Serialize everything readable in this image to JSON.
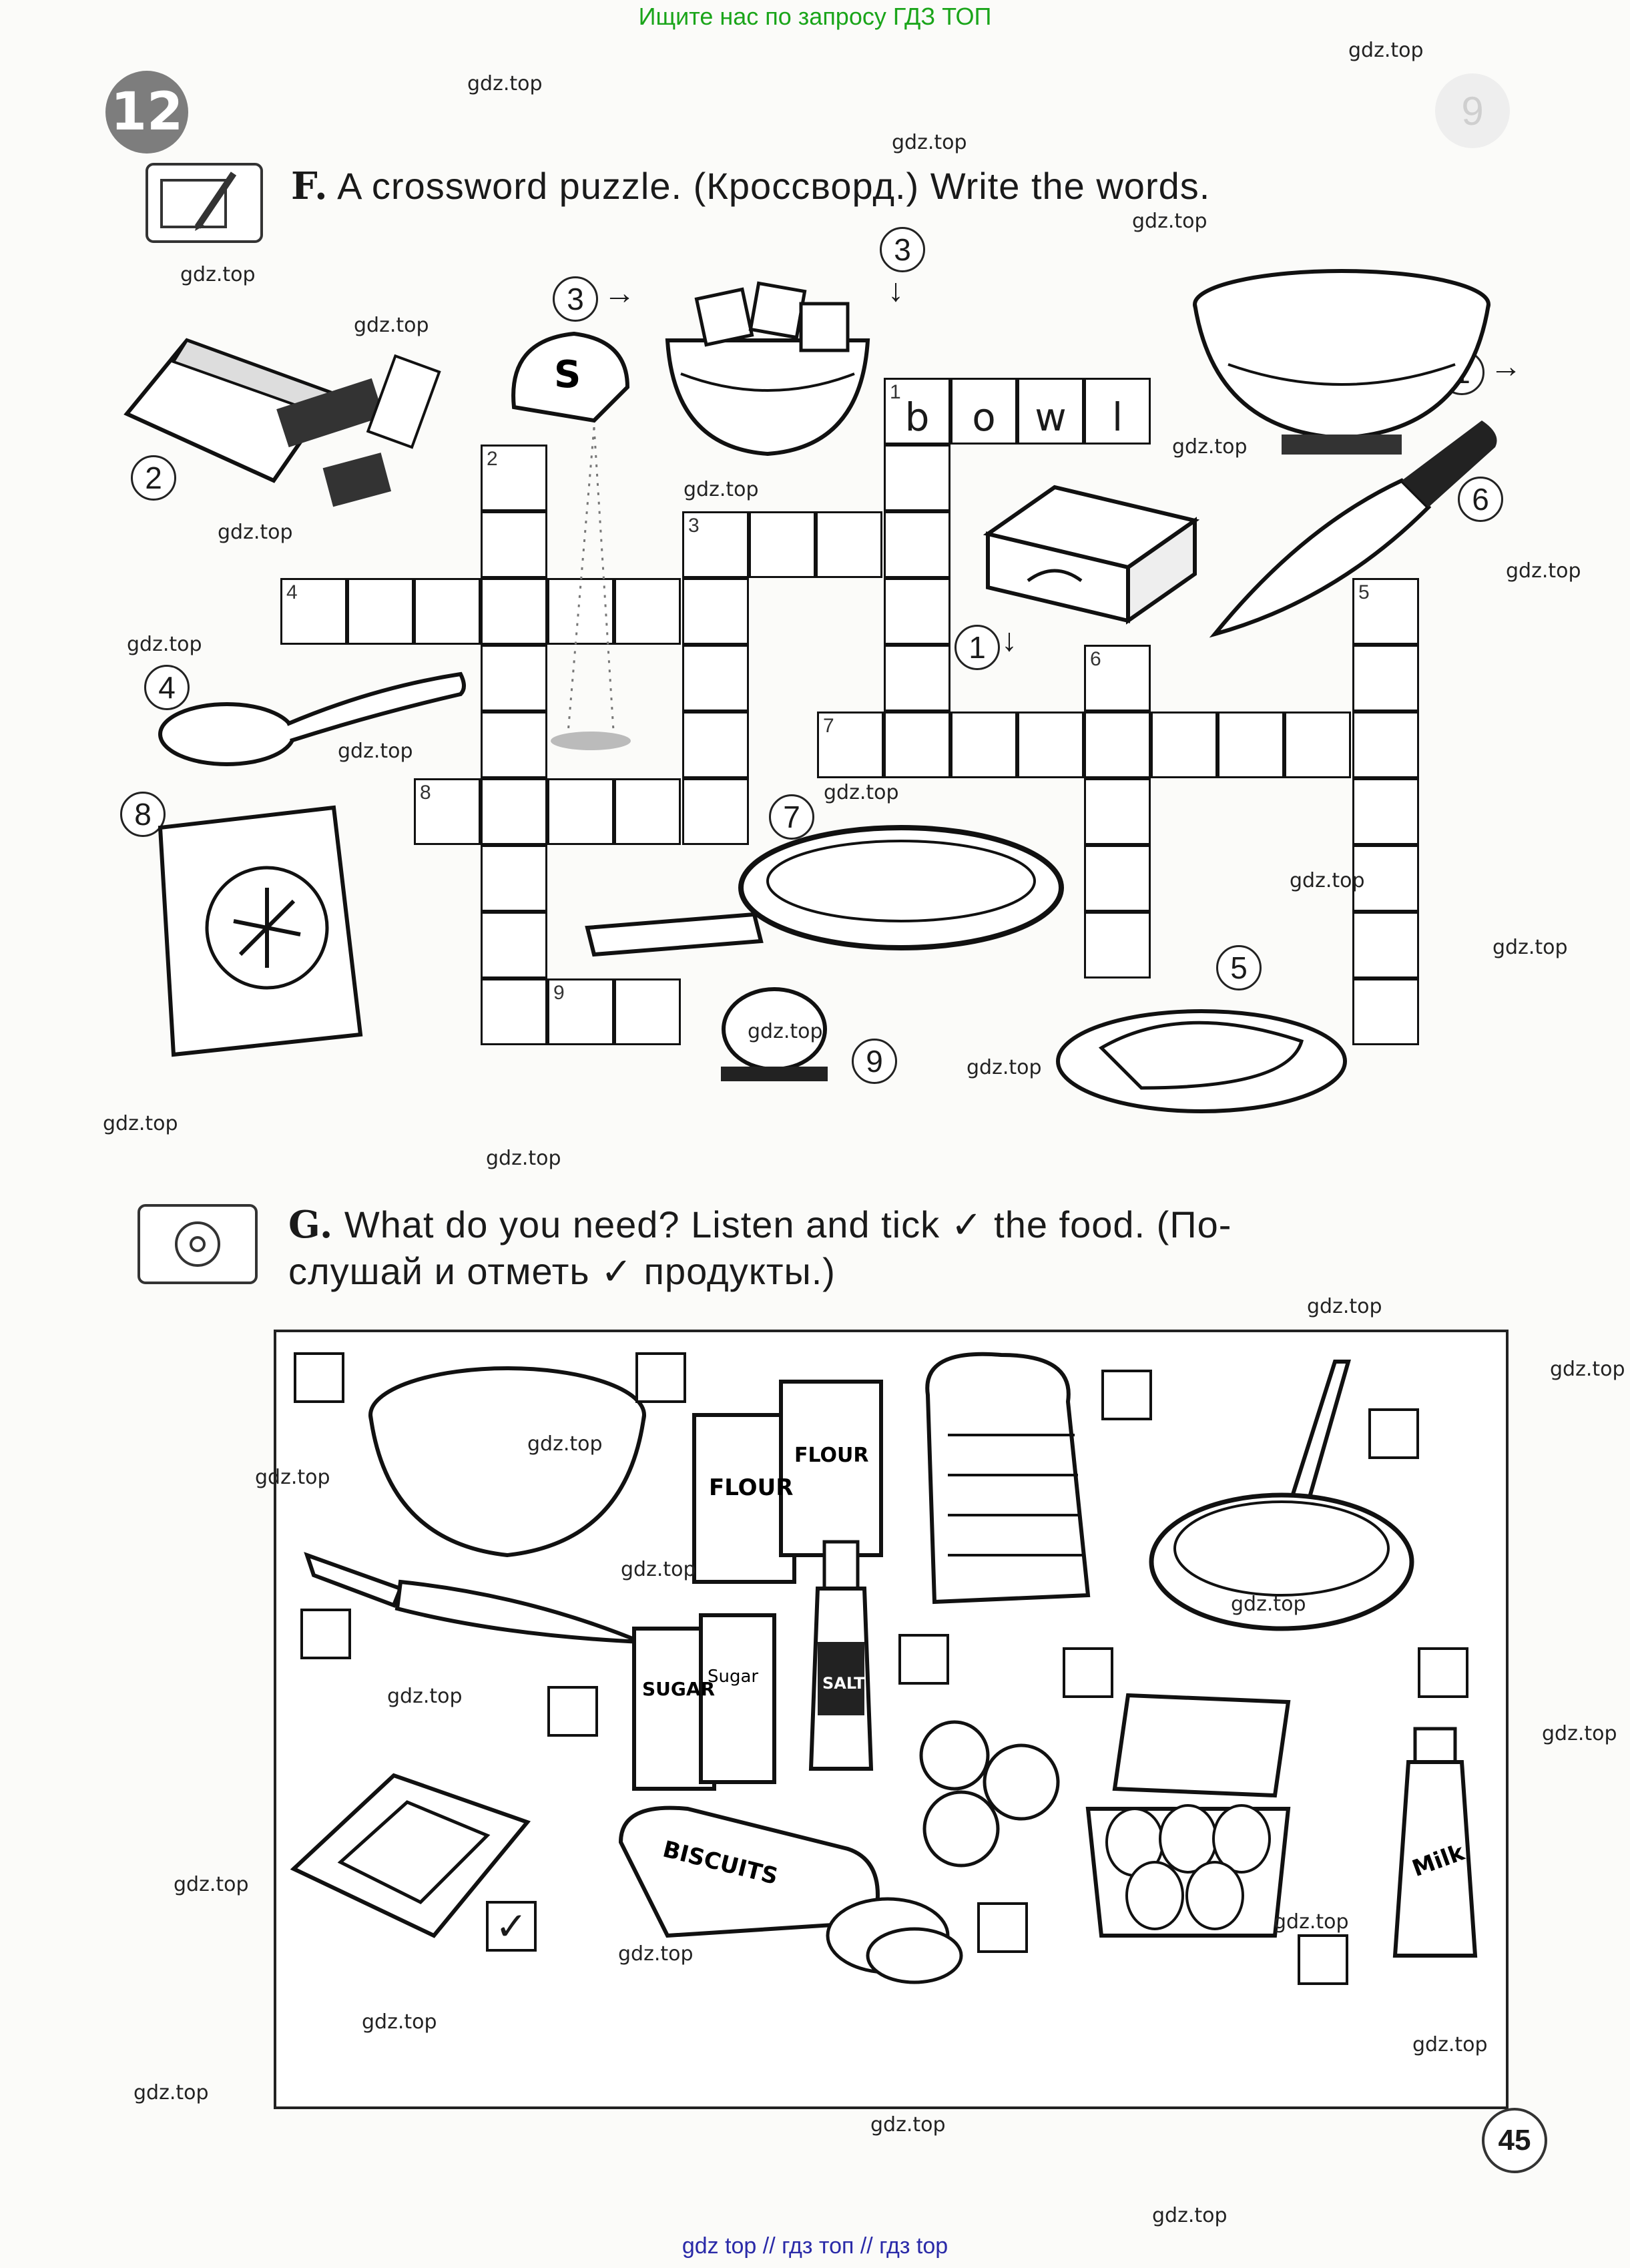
{
  "banner": "Ищите нас по запросу ГДЗ ТОП",
  "unit_number": "12",
  "ghost_unit_number": "9",
  "page_number": "45",
  "exercise_f": {
    "letter": "F.",
    "text": "A crossword puzzle. (Кроссворд.) Write the words."
  },
  "exercise_g": {
    "letter": "G.",
    "line1": "What do you need? Listen and tick ✓ the food. (По-",
    "line2": "слушай и отметь ✓ продукты.)"
  },
  "crossword": {
    "filled_word": "bowl",
    "clue_numbers": [
      "1",
      "2",
      "3",
      "4",
      "5",
      "6",
      "7",
      "8",
      "9"
    ],
    "arrows": {
      "right": "→",
      "down": "↓"
    }
  },
  "checked_mark": "✓",
  "icons": {
    "pencil": "pencil-icon",
    "cd": "cd-icon"
  },
  "watermarks": [
    "gdz.top"
  ],
  "footer_links": "gdz top  //  гдз топ  //  гдз top"
}
